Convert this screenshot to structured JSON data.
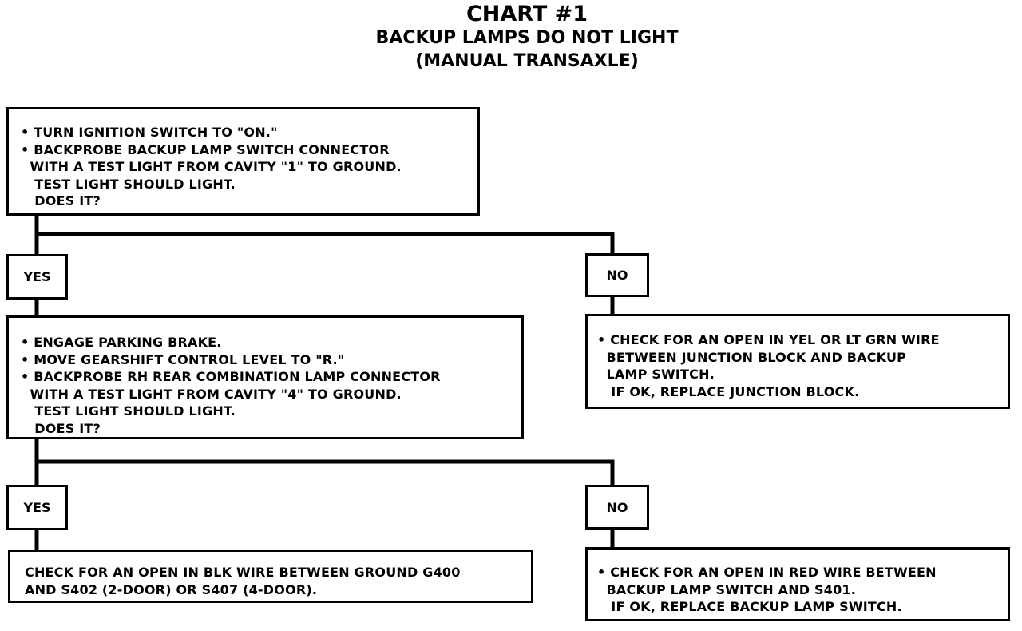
{
  "title": {
    "main": "CHART #1",
    "line1": "BACKUP LAMPS DO NOT LIGHT",
    "line2": "(MANUAL TRANSAXLE)"
  },
  "boxes": {
    "step1": {
      "lines": [
        "• TURN IGNITION SWITCH TO \"ON.\"",
        "• BACKPROBE BACKUP LAMP SWITCH CONNECTOR",
        "  WITH A TEST LIGHT FROM CAVITY \"1\" TO GROUND.",
        "   TEST LIGHT SHOULD LIGHT.",
        "   DOES IT?"
      ]
    },
    "step2": {
      "lines": [
        "• ENGAGE PARKING BRAKE.",
        "• MOVE GEARSHIFT CONTROL LEVEL TO \"R.\"",
        "• BACKPROBE RH REAR COMBINATION LAMP CONNECTOR",
        "  WITH A TEST LIGHT FROM CAVITY \"4\" TO GROUND.",
        "   TEST LIGHT SHOULD LIGHT.",
        "   DOES IT?"
      ]
    },
    "no1_action": {
      "lines": [
        "• CHECK FOR AN OPEN IN YEL OR LT GRN WIRE",
        "  BETWEEN JUNCTION BLOCK AND BACKUP",
        "  LAMP SWITCH.",
        "   IF OK, REPLACE JUNCTION BLOCK."
      ]
    },
    "yes2_action": {
      "lines": [
        "CHECK FOR AN OPEN IN BLK WIRE BETWEEN GROUND G400",
        "AND S402 (2-DOOR) OR S407 (4-DOOR)."
      ]
    },
    "no2_action": {
      "lines": [
        "• CHECK FOR AN OPEN IN RED WIRE BETWEEN",
        "  BACKUP LAMP SWITCH AND S401.",
        "   IF OK, REPLACE BACKUP LAMP SWITCH."
      ]
    }
  },
  "branches": {
    "yes1": "YES",
    "no1": "NO",
    "yes2": "YES",
    "no2": "NO"
  }
}
